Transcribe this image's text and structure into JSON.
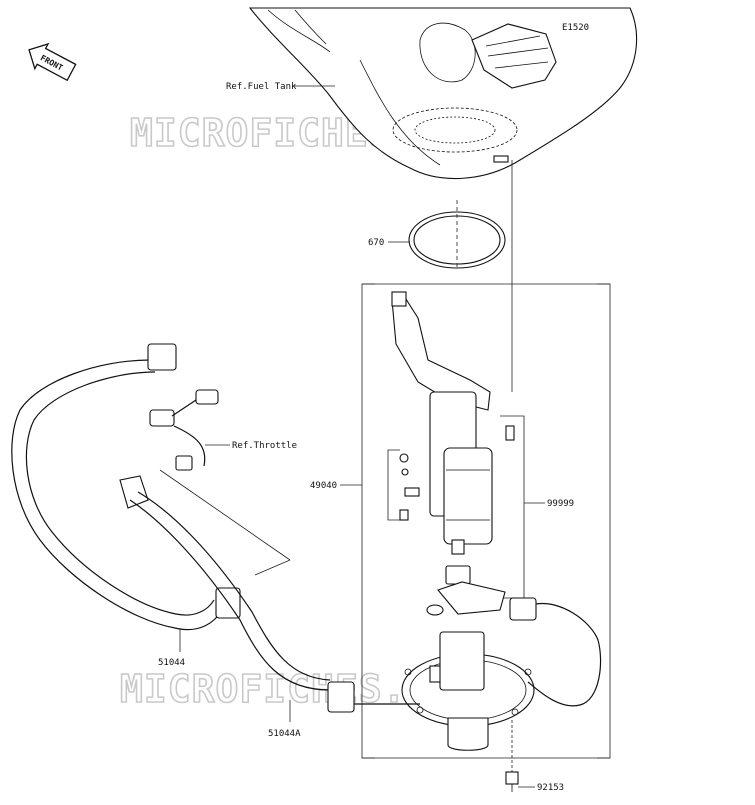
{
  "labels": {
    "diagram_id": "E1520",
    "ref_fuel_tank": "Ref.Fuel Tank",
    "ref_throttle": "Ref.Throttle",
    "part_670": "670",
    "part_49040": "49040",
    "part_99999": "99999",
    "part_51044": "51044",
    "part_51044A": "51044A",
    "part_92153": "92153",
    "front_arrow": "FRONT"
  },
  "watermark": {
    "text_top": "MICROFICHES.NET",
    "text_bottom": "MICROFICHES.NET",
    "color": "#c9c9c9"
  },
  "icons": {
    "front": "front-direction-arrow-icon"
  }
}
